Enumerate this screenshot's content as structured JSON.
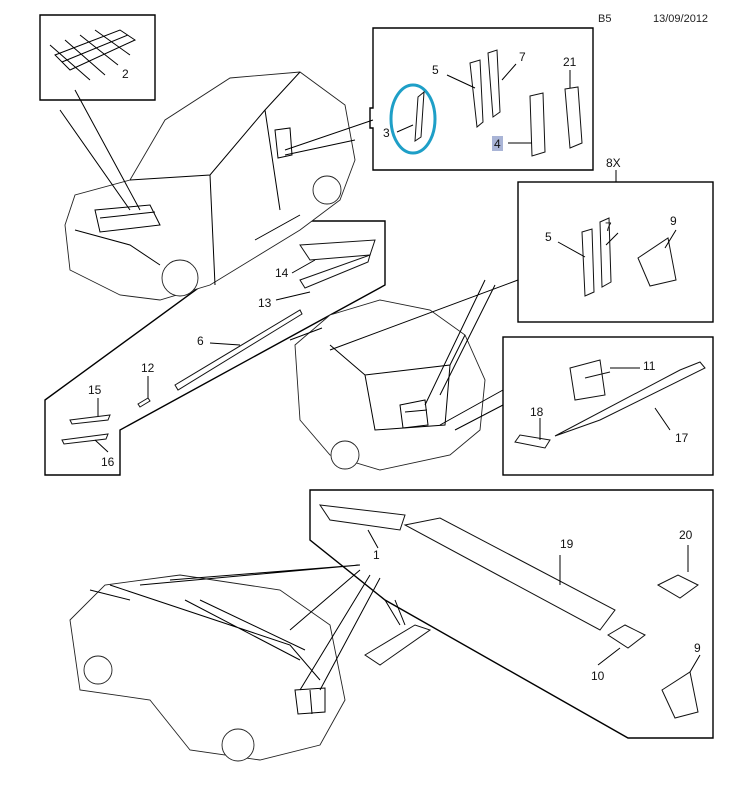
{
  "header": {
    "code": "B5",
    "date": "13/09/2012"
  },
  "callouts": {
    "c2": "2",
    "c3": "3",
    "c5a": "5",
    "c7a": "7",
    "c21": "21",
    "c4": "4",
    "c8x": "8X",
    "c5b": "5",
    "c7b": "7",
    "c9a": "9",
    "c14": "14",
    "c13": "13",
    "c6": "6",
    "c12": "12",
    "c15": "15",
    "c16": "16",
    "c11": "11",
    "c18": "18",
    "c17": "17",
    "c1": "1",
    "c19": "19",
    "c20": "20",
    "c10": "10",
    "c9b": "9"
  },
  "colors": {
    "highlight_circle": "#1e9fc7",
    "selected_label_bg": "#a9b4d6"
  }
}
